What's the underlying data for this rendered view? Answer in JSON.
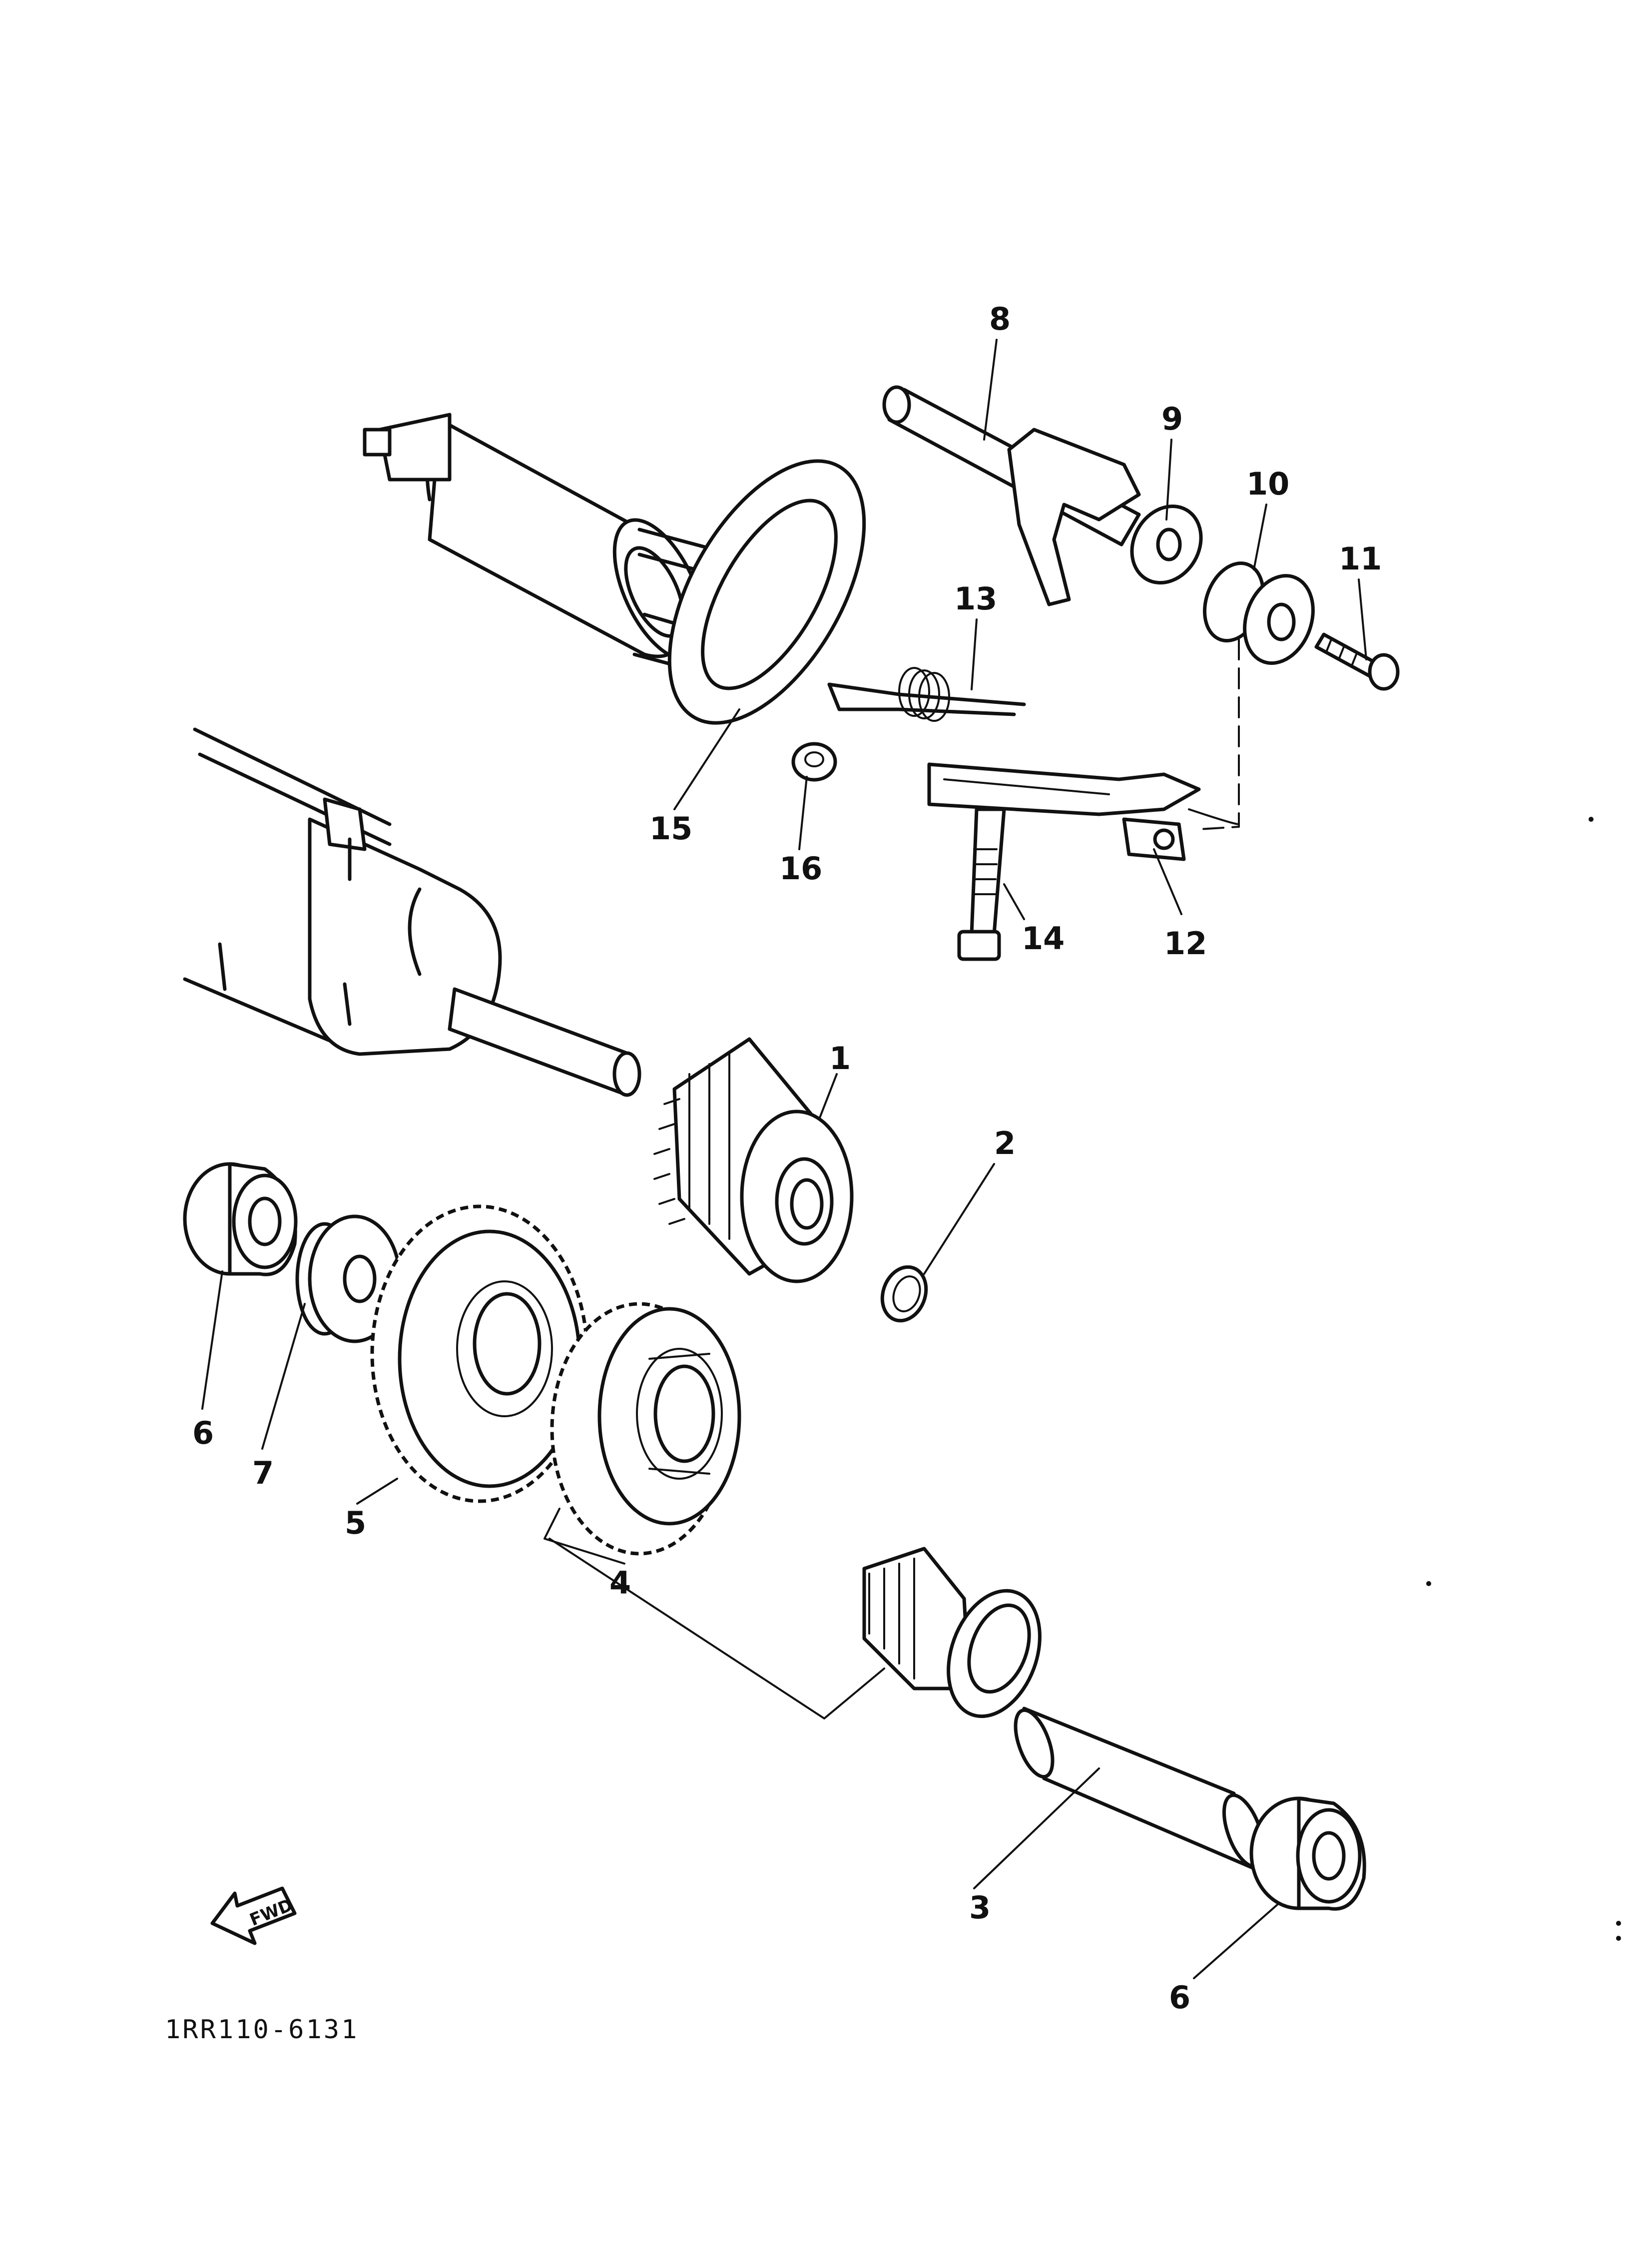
{
  "diagram": {
    "reference_code": "1RR110-6131",
    "forward_marker": "FWD",
    "callouts": [
      {
        "id": "1",
        "text": "1"
      },
      {
        "id": "2",
        "text": "2"
      },
      {
        "id": "3",
        "text": "3"
      },
      {
        "id": "4",
        "text": "4"
      },
      {
        "id": "5",
        "text": "5"
      },
      {
        "id": "6a",
        "text": "6"
      },
      {
        "id": "6b",
        "text": "6"
      },
      {
        "id": "7",
        "text": "7"
      },
      {
        "id": "8",
        "text": "8"
      },
      {
        "id": "9",
        "text": "9"
      },
      {
        "id": "10",
        "text": "10"
      },
      {
        "id": "11",
        "text": "11"
      },
      {
        "id": "12",
        "text": "12"
      },
      {
        "id": "13",
        "text": "13"
      },
      {
        "id": "14",
        "text": "14"
      },
      {
        "id": "15",
        "text": "15"
      },
      {
        "id": "16",
        "text": "16"
      }
    ]
  }
}
